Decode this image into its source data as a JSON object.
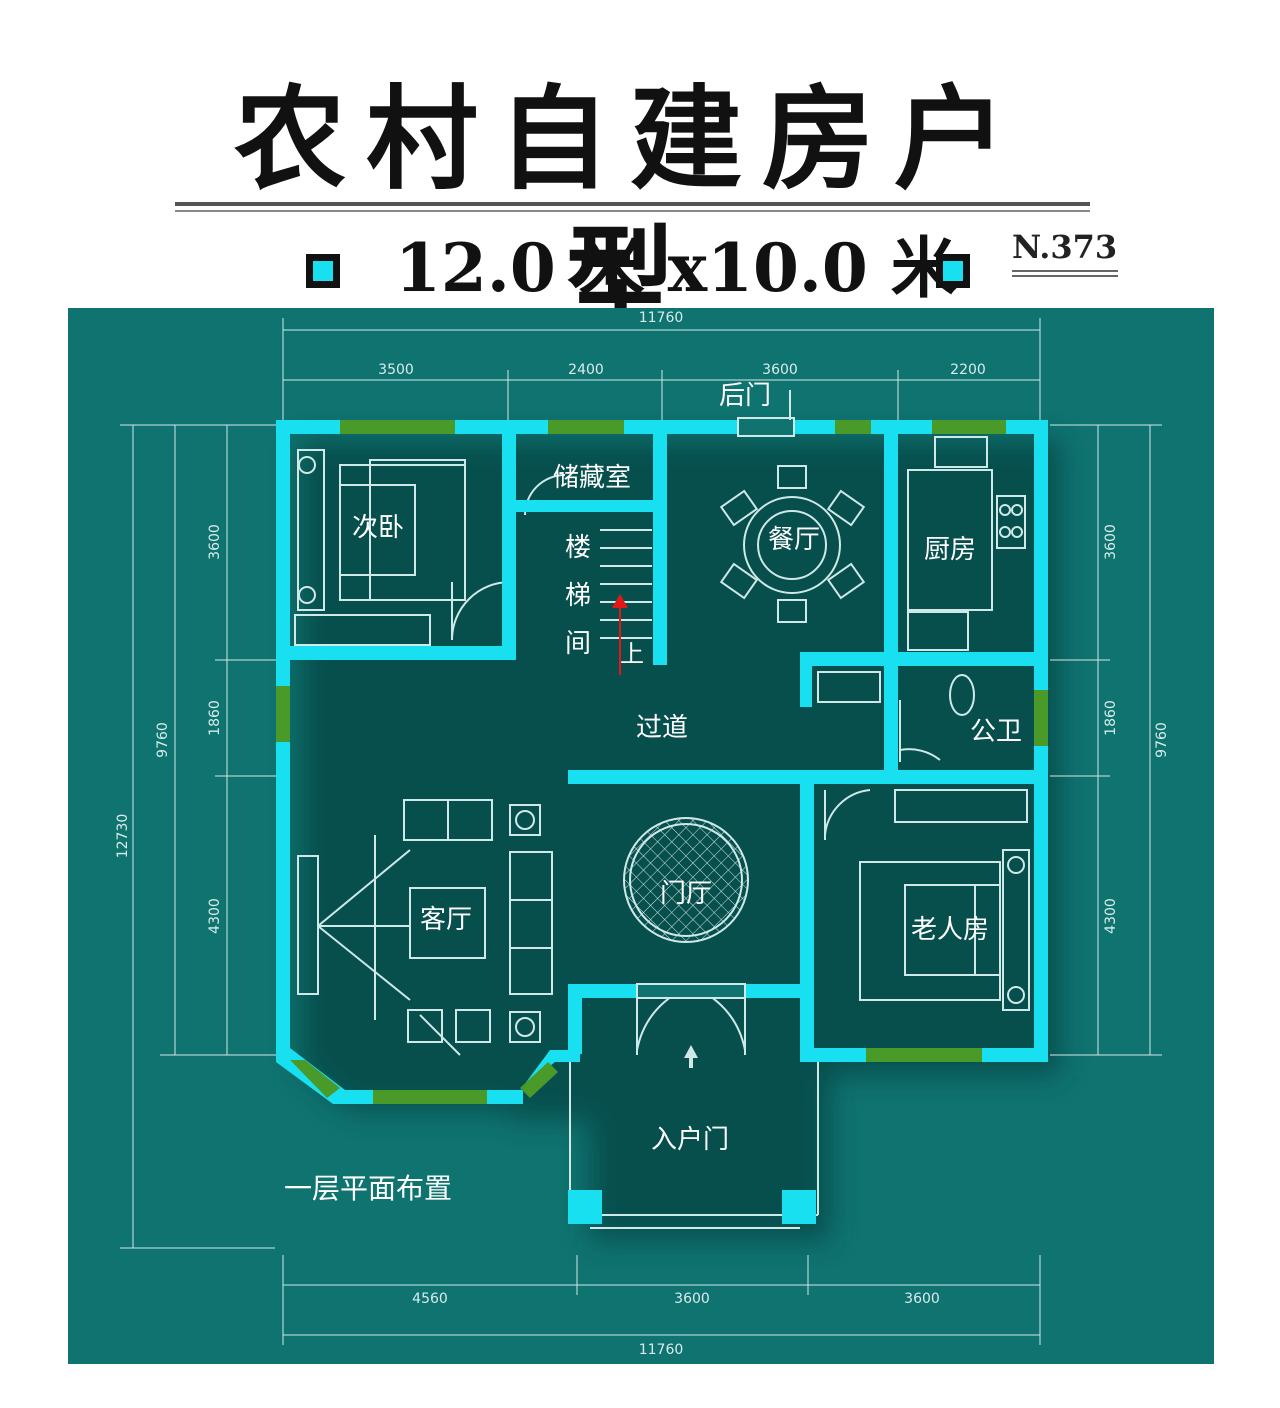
{
  "title": "农村自建房户型",
  "size_text": "12.0 米 x10.0 米",
  "plan_code": "N.373",
  "floor_label": "一层平面布置",
  "rooms": {
    "secondary_bedroom": "次卧",
    "storage": "储藏室",
    "stair_1": "楼",
    "stair_2": "梯",
    "stair_3": "间",
    "stair_up": "上",
    "back_door": "后门",
    "dining": "餐厅",
    "kitchen": "厨房",
    "corridor": "过道",
    "public_wc": "公卫",
    "living": "客厅",
    "foyer": "门厅",
    "elder_room": "老人房",
    "entrance": "入户门"
  },
  "dimensions": {
    "top_total": "11760",
    "top_segments": [
      "3500",
      "2400",
      "3600",
      "2200"
    ],
    "bottom_segments": [
      "4560",
      "3600",
      "3600"
    ],
    "bottom_total": "11760",
    "left_segments": [
      "3600",
      "1860",
      "4300"
    ],
    "left_total": "9760",
    "left_overall": "12730",
    "right_segments": [
      "3600",
      "1860",
      "4300"
    ],
    "right_total": "9760"
  },
  "colors": {
    "background": "#0f7370",
    "wall": "#19e0f0",
    "window": "#4a9a2a",
    "furniture": "#cfe8e8",
    "stair_arrow": "#e01818"
  }
}
